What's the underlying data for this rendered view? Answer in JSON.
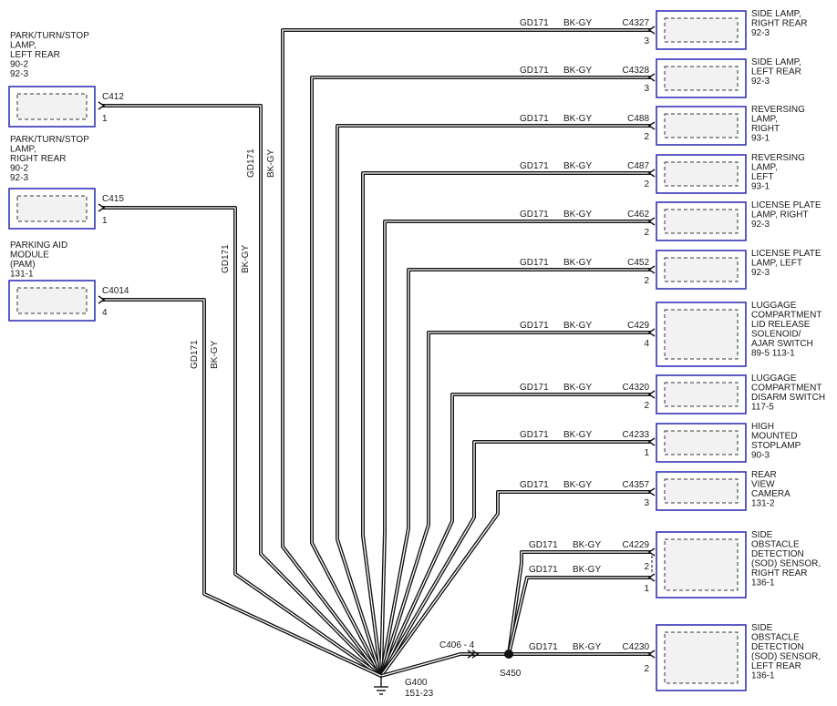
{
  "wire_code": "GD171",
  "wire_color": "BK-GY",
  "left_components": [
    {
      "id": "left-1",
      "name": [
        "PARK/TURN/STOP",
        "LAMP,",
        "LEFT REAR",
        "90-2",
        "92-3"
      ],
      "connector": "C412",
      "pin": "1"
    },
    {
      "id": "left-2",
      "name": [
        "PARK/TURN/STOP",
        "LAMP,",
        "RIGHT REAR",
        "90-2",
        "92-3"
      ],
      "connector": "C415",
      "pin": "1"
    },
    {
      "id": "left-3",
      "name": [
        "PARKING AID",
        "MODULE",
        "(PAM)",
        "131-1"
      ],
      "connector": "C4014",
      "pin": "4"
    }
  ],
  "right_components": [
    {
      "id": "r1",
      "name": [
        "SIDE LAMP,",
        "RIGHT REAR",
        "92-3"
      ],
      "connector": "C4327",
      "pin": "3"
    },
    {
      "id": "r2",
      "name": [
        "SIDE LAMP,",
        "LEFT REAR",
        "92-3"
      ],
      "connector": "C4328",
      "pin": "3"
    },
    {
      "id": "r3",
      "name": [
        "REVERSING",
        "LAMP,",
        "RIGHT",
        "93-1"
      ],
      "connector": "C488",
      "pin": "2"
    },
    {
      "id": "r4",
      "name": [
        "REVERSING",
        "LAMP,",
        "LEFT",
        "93-1"
      ],
      "connector": "C487",
      "pin": "2"
    },
    {
      "id": "r5",
      "name": [
        "LICENSE PLATE",
        "LAMP, RIGHT",
        "92-3"
      ],
      "connector": "C462",
      "pin": "2"
    },
    {
      "id": "r6",
      "name": [
        "LICENSE PLATE",
        "LAMP, LEFT",
        "92-3"
      ],
      "connector": "C452",
      "pin": "2"
    },
    {
      "id": "r7",
      "name": [
        "LUGGAGE",
        "COMPARTMENT",
        "LID RELEASE",
        "SOLENOID/",
        "AJAR SWITCH",
        "89-5     113-1"
      ],
      "connector": "C429",
      "pin": "4"
    },
    {
      "id": "r8",
      "name": [
        "LUGGAGE",
        "COMPARTMENT",
        "DISARM SWITCH",
        "117-5"
      ],
      "connector": "C4320",
      "pin": "2"
    },
    {
      "id": "r9",
      "name": [
        "HIGH",
        "MOUNTED",
        "STOPLAMP",
        "90-3"
      ],
      "connector": "C4233",
      "pin": "1"
    },
    {
      "id": "r10",
      "name": [
        "REAR",
        "VIEW",
        "CAMERA",
        "131-2"
      ],
      "connector": "C4357",
      "pin": "3"
    },
    {
      "id": "r11",
      "name": [
        "SIDE",
        "OBSTACLE",
        "DETECTION",
        "(SOD) SENSOR,",
        "RIGHT REAR",
        "136-1"
      ],
      "connector": "C4229",
      "pins": [
        "2",
        "1"
      ]
    },
    {
      "id": "r12",
      "name": [
        "SIDE",
        "OBSTACLE",
        "DETECTION",
        "(SOD) SENSOR,",
        "LEFT REAR",
        "136-1"
      ],
      "connector": "C4230",
      "pin": "2"
    }
  ],
  "inline_connector": "C406 - 4",
  "splice": "S450",
  "ground": {
    "name": "G400",
    "ref": "151-23"
  }
}
